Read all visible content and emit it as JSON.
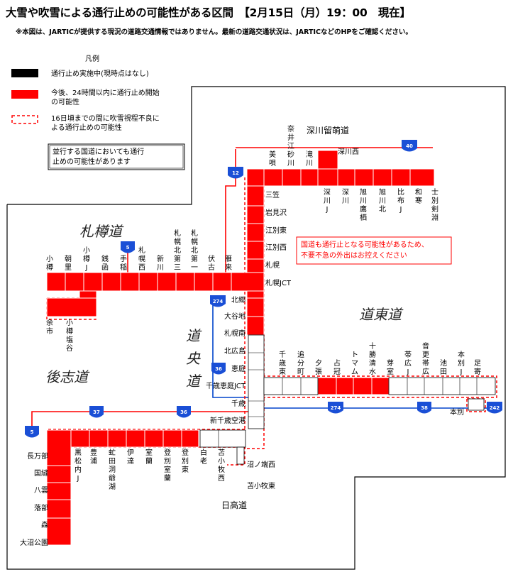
{
  "title": "大雪や吹雪による通行止めの可能性がある区間　【2月15日（月）19：00　現在】",
  "note": "※本図は、JARTICが提供する現況の道路交通情報ではありません。最新の道路交通状況は、JARTICなどのHPをご確認ください。",
  "legend": {
    "heading": "凡例",
    "black": "通行止め実施中(現時点はなし)",
    "red_line1": "今後、24時間以内に通行止め開始",
    "red_line2": "の可能性",
    "dashed_line1": "16日頃までの間に吹雪視程不良に",
    "dashed_line2": "よる通行止めの可能性",
    "parallel_line1": "並行する国道においても通行",
    "parallel_line2": "止めの可能性があります"
  },
  "notice_line1": "国道も通行止となる可能性があるため、",
  "notice_line2": "不要不急の外出はお控えください",
  "regions": {
    "sassho": "札樽道",
    "doo": "道央道",
    "kosh": "後志道",
    "doto": "道東道",
    "fukagawa": "深川留萌道",
    "hidaka": "日高道"
  },
  "routes": [
    "40",
    "12",
    "5",
    "274",
    "36",
    "37",
    "274",
    "38",
    "242",
    "5",
    "36"
  ],
  "colors": {
    "red": "#ff0000",
    "black": "#000000",
    "blue": "#0044cc",
    "shield": "#1a4fd6"
  },
  "stations": {
    "rumoi": [
      "奈井江砂川",
      "美唄",
      "滝川",
      "深川西"
    ],
    "asahikawa": [
      "深川JCT",
      "深川",
      "旭川鷹栖",
      "旭川北",
      "比布JCT",
      "和寒",
      "士別剣淵"
    ],
    "doo_north": [
      "三笠",
      "岩見沢",
      "江別東",
      "江別西",
      "札幌",
      "札幌JCT"
    ],
    "sassho": [
      "小樽",
      "朝里",
      "小樽JCT",
      "銭函",
      "手稲",
      "札幌西",
      "新川",
      "札幌北第三",
      "札幌北第一",
      "伏古",
      "雁来"
    ],
    "kosh": [
      "余市",
      "小樽塩谷"
    ],
    "doo_south": [
      "北郷",
      "大谷地",
      "札幌南",
      "北広島",
      "恵庭",
      "千歳恵庭JCT",
      "千歳",
      "新千歳空港"
    ],
    "doto": [
      "千歳東",
      "追分町",
      "夕張",
      "占冠",
      "トマム",
      "十勝清水",
      "芽室",
      "帯広JCT",
      "音更帯広",
      "池田",
      "本別JCT",
      "足寄",
      "本別"
    ],
    "doo_sw": [
      "苫小牧西",
      "白老",
      "登別東",
      "登別室蘭",
      "室蘭",
      "伊達",
      "虻田洞爺湖",
      "豊浦",
      "黒松内JCT",
      "長万部",
      "国縫",
      "八雲",
      "落部",
      "森",
      "大沼公園"
    ],
    "hidaka": [
      "沼ノ端西",
      "苫小牧東"
    ]
  }
}
